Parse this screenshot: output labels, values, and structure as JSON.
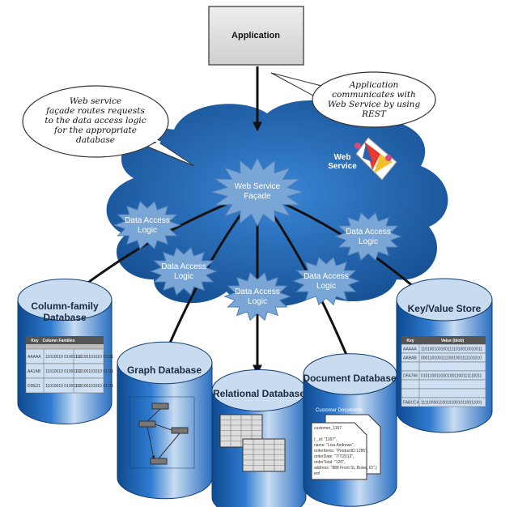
{
  "application": {
    "label": "Application"
  },
  "bubbles": {
    "left": [
      "Web service",
      "façade routes requests",
      "to the data access logic",
      "for the appropriate",
      "database"
    ],
    "right": [
      "Application",
      "communicates with",
      "Web Service by using",
      "REST"
    ]
  },
  "web_service": {
    "label_lines": [
      "Web",
      "Service"
    ],
    "icon": "web-service-icon"
  },
  "facade": {
    "lines": [
      "Web Service",
      "Façade"
    ]
  },
  "data_access": {
    "lines": [
      "Data Access",
      "Logic"
    ]
  },
  "databases": {
    "column_family": {
      "title": [
        "Column-family",
        "Database"
      ],
      "headers": [
        "Key",
        "Column Families"
      ],
      "rows": [
        [
          "AAAAA",
          "11010010 01001111",
          "110100101010 01111"
        ],
        [
          "AA1AB",
          "11010010 01001111",
          "110100101010 01111"
        ],
        [
          "DDE21",
          "11010010 01001111",
          "110100101010 01111"
        ]
      ]
    },
    "graph": {
      "title": "Graph Database"
    },
    "relational": {
      "title": "Relational Database"
    },
    "document": {
      "title": "Document Database",
      "caption": "Customer Documents",
      "doc_lines": [
        "customer_1167",
        "",
        "{ _id: \"1167\",",
        "name: \"Lisa Andrews\",",
        "orderItems: \"ProductID:1285\",",
        "orderDate: \"7/7/2013\",",
        "orderTotal: \"120\",",
        "address: \"888 Front St, Boise, ID\",}",
        "eof"
      ]
    },
    "key_value": {
      "title": "Key/Value Store",
      "headers": [
        "Key",
        "Value (blob)"
      ],
      "rows": [
        [
          "AAAAA",
          "1101001001001111010010010011"
        ],
        [
          "AABAB",
          "0001101001111001001111101010"
        ],
        [
          "",
          ""
        ],
        [
          "DFA766",
          "0101100101001001100111110011"
        ],
        [
          "",
          ""
        ],
        [
          "",
          ""
        ],
        [
          "FABCC4",
          "1111000011001010010110011001"
        ]
      ]
    }
  },
  "colors": {
    "cloud": "#1f5fa8",
    "burst": "#7aa6d6",
    "cylinder_top": "#c9dcef",
    "cylinder_side": "#1d63b0",
    "arrow": "#111111"
  }
}
